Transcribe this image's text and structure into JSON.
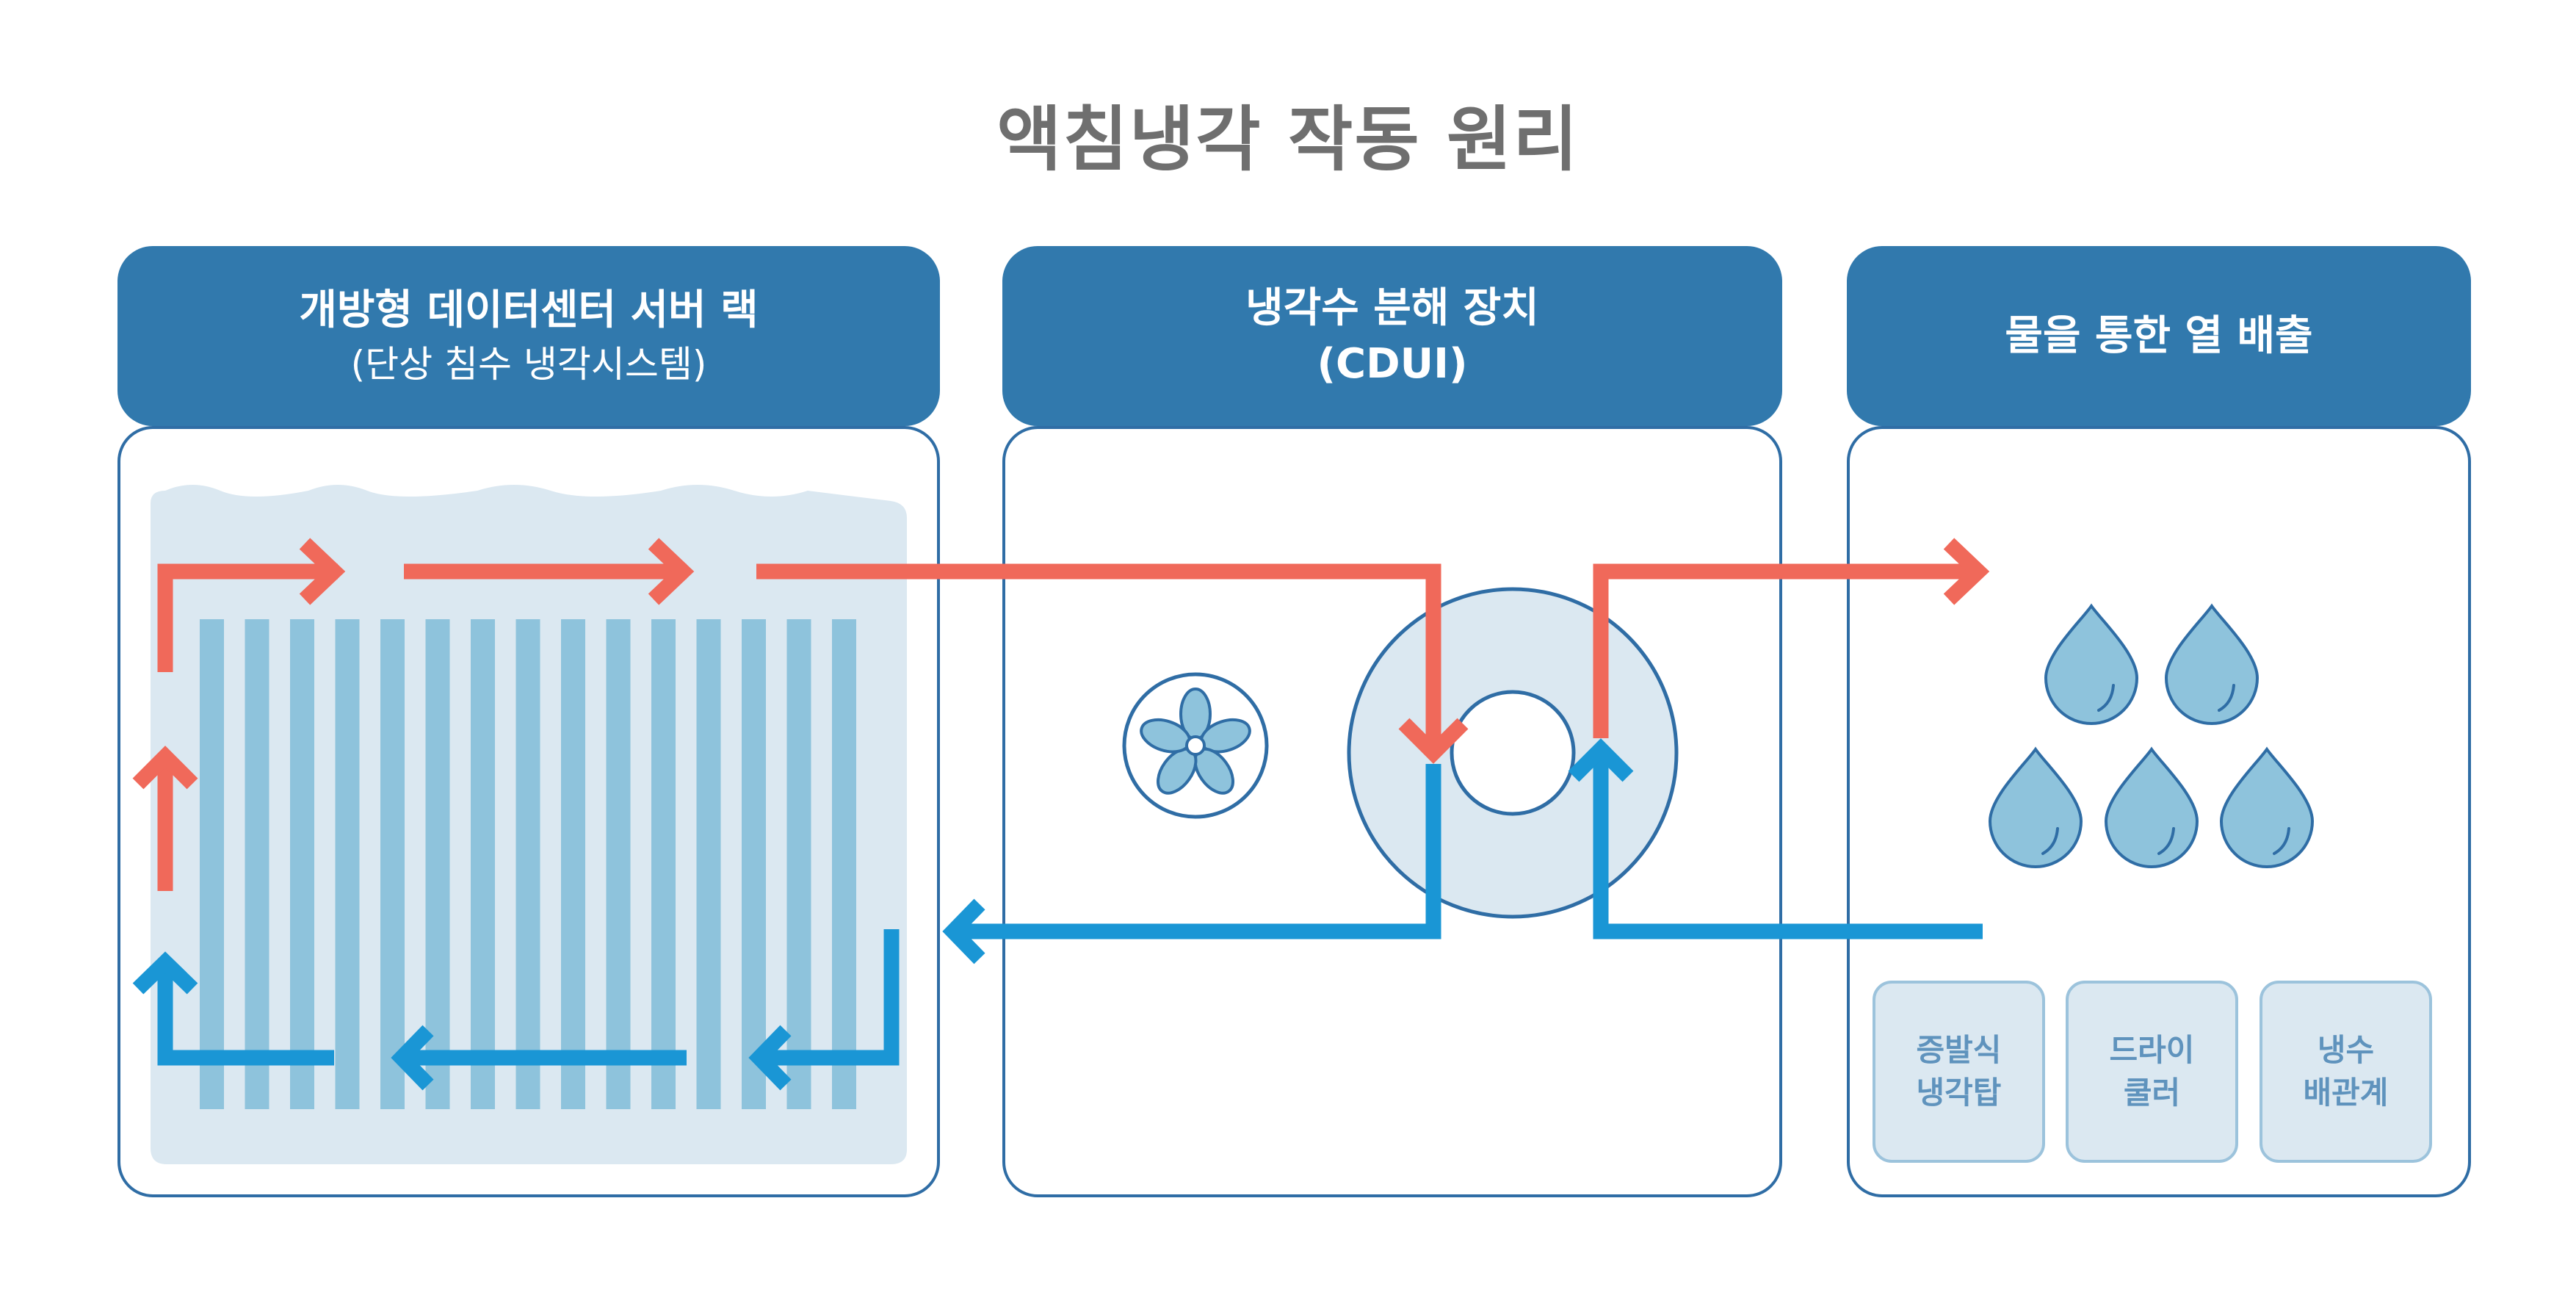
{
  "title": "액침냉각 작동 원리",
  "panels": [
    {
      "title": "개방형 데이터센터 서버 랙",
      "subtitle": "(단상 침수 냉각시스템)"
    },
    {
      "title": "냉각수 분해 장치",
      "subtitle": "(CDUI)"
    },
    {
      "title": "물을 통한 열 배출",
      "subtitle": ""
    }
  ],
  "heat_rejection_methods": [
    "증발식\n냉각탑",
    "드라이\n쿨러",
    "냉수\n배관계"
  ],
  "colors": {
    "header": "#3179ad",
    "border": "#2f6da5",
    "coolant_tank": "#dbe8f1",
    "server_blade": "#8ec3dc",
    "hot_flow": "#f0695a",
    "cold_flow": "#1a96d5",
    "water_drop": "#8ec3dc",
    "title_text": "#6f6f6f"
  },
  "icons": [
    "fan-icon",
    "heat-exchanger-icon",
    "water-drop-icon"
  ]
}
